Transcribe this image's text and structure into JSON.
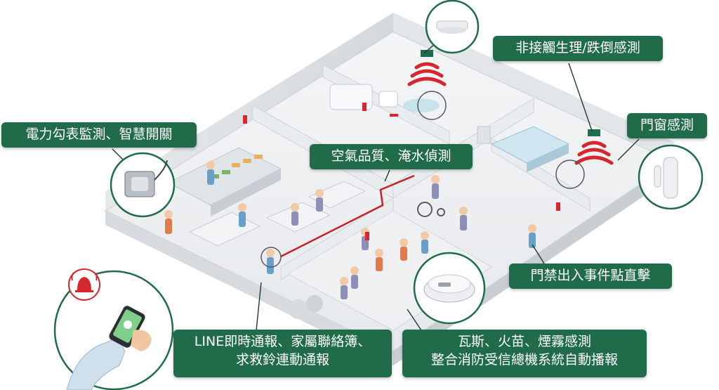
{
  "labels": {
    "fall_detection": "非接觸生理/跌倒感測",
    "door_window": "門窗感測",
    "power_meter": "電力勾表監測、智慧開關",
    "air_quality": "空氣品質、淹水偵測",
    "access_control": "門禁出入事件點直擊",
    "line_notify": [
      "LINE即時通報、家屬聯絡簿、",
      "求救鈴連動通報"
    ],
    "gas_fire": [
      "瓦斯、火苗、煙霧感測",
      "整合消防受信總機系統自動播報"
    ]
  },
  "colors": {
    "label_bg": "#1f6b4a",
    "alert_red": "#d6262f",
    "path_red": "#c8202a",
    "floor": "#eef0f2",
    "wall": "#d9dde1"
  },
  "icons": {
    "sensor_ceiling": "ceiling-sensor-icon",
    "wave": "radar-wave-icon",
    "alarm_bell": "alarm-bell-icon",
    "phone": "smartphone-icon"
  }
}
